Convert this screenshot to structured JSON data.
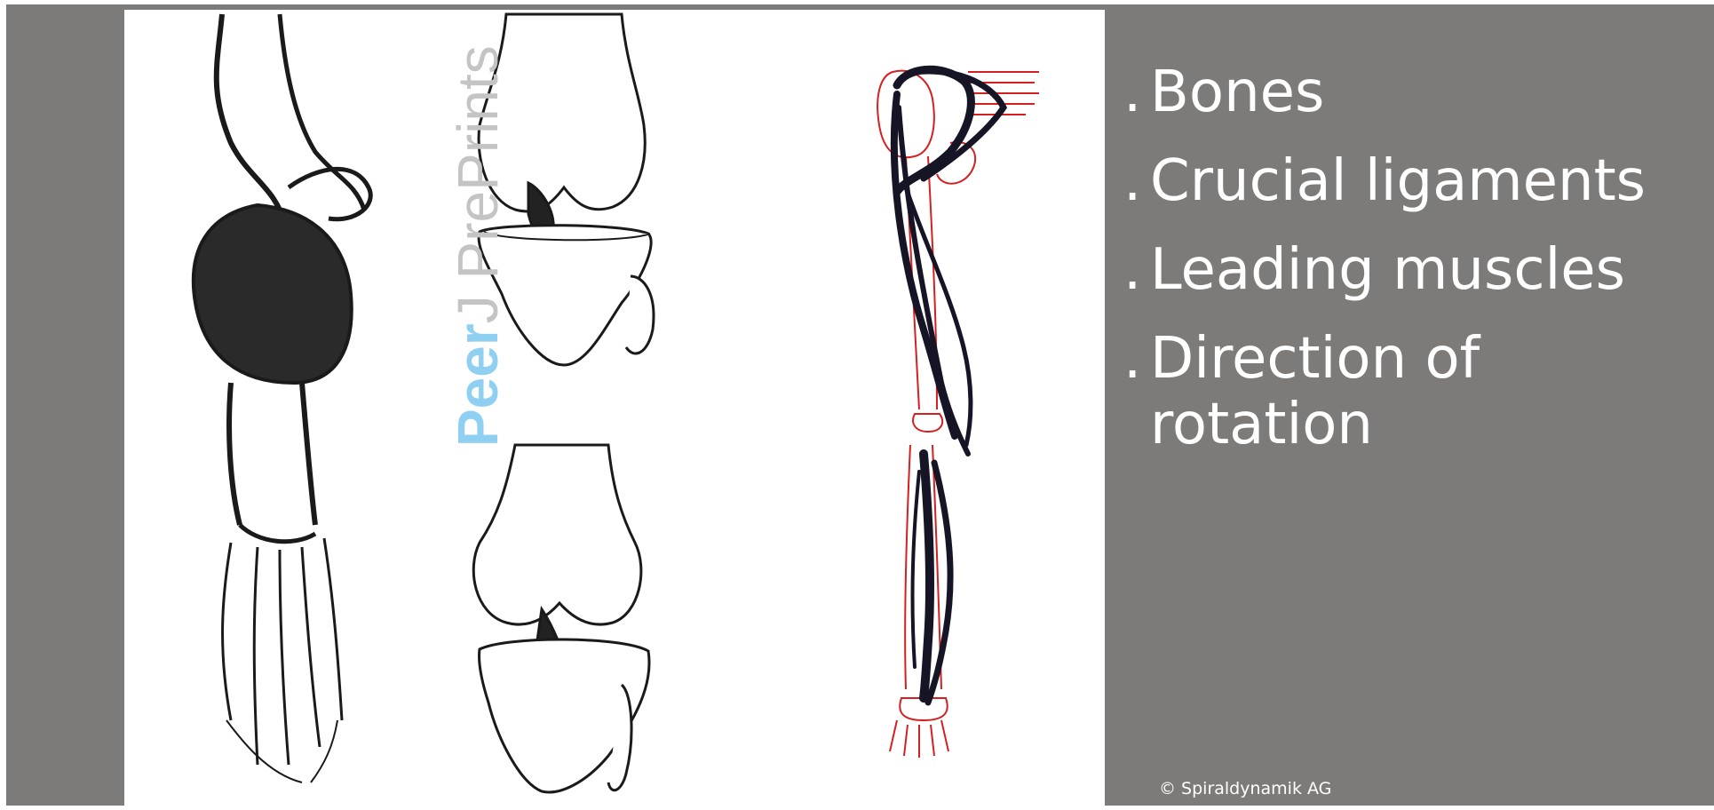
{
  "watermark": {
    "part1": "Peer",
    "part2": "J PrePrints"
  },
  "bullets": [
    {
      "mark": ".",
      "text": "Bones"
    },
    {
      "mark": ".",
      "text": "Crucial ligaments"
    },
    {
      "mark": ".",
      "text": "Leading muscles"
    },
    {
      "mark": ".",
      "text": "Direction of rotation"
    }
  ],
  "copyright": "© Spiraldynamik AG",
  "colors": {
    "slide_background": "#7d7b79",
    "text": "#ffffff",
    "watermark_accent": "#8fd0f2",
    "bone_outline": "#1a1a1a",
    "skeleton_outline": "#d42020"
  },
  "figures": [
    {
      "name": "leg-skeleton-illustration"
    },
    {
      "name": "knee-joint-front-illustration"
    },
    {
      "name": "knee-joint-back-illustration"
    },
    {
      "name": "muscle-chain-illustration"
    }
  ]
}
